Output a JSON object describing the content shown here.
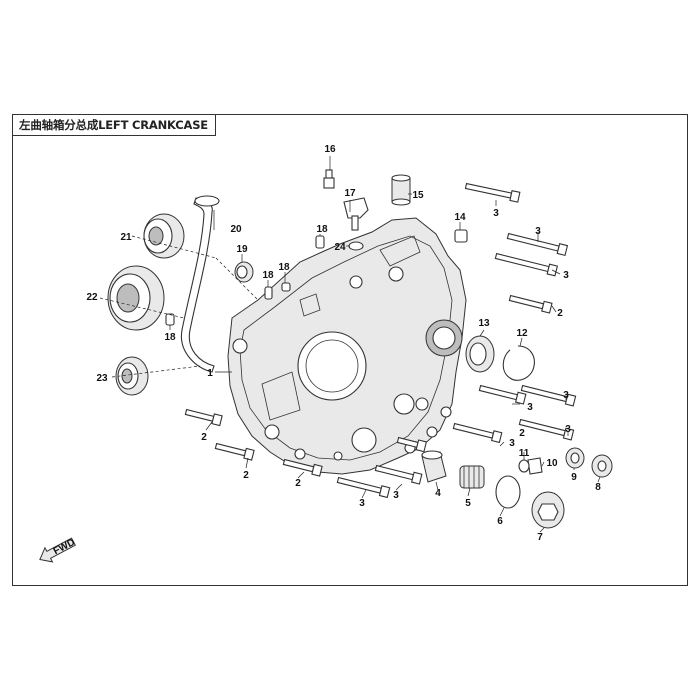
{
  "diagram": {
    "title": "左曲轴箱分总成LEFT CRANKCASE",
    "fwd_label": "FWD",
    "callouts": [
      {
        "id": "c16a",
        "text": "16"
      },
      {
        "id": "c17",
        "text": "17"
      },
      {
        "id": "c15",
        "text": "15"
      },
      {
        "id": "c3a",
        "text": "3"
      },
      {
        "id": "c20",
        "text": "20"
      },
      {
        "id": "c21",
        "text": "21"
      },
      {
        "id": "c18a",
        "text": "18"
      },
      {
        "id": "c24",
        "text": "24"
      },
      {
        "id": "c14",
        "text": "14"
      },
      {
        "id": "c3b",
        "text": "3"
      },
      {
        "id": "c3c",
        "text": "3"
      },
      {
        "id": "c19",
        "text": "19"
      },
      {
        "id": "c18b",
        "text": "18"
      },
      {
        "id": "c18c",
        "text": "18"
      },
      {
        "id": "c22",
        "text": "22"
      },
      {
        "id": "c2a",
        "text": "2"
      },
      {
        "id": "c18d",
        "text": "18"
      },
      {
        "id": "c13",
        "text": "13"
      },
      {
        "id": "c12",
        "text": "12"
      },
      {
        "id": "c23",
        "text": "23"
      },
      {
        "id": "c1",
        "text": "1"
      },
      {
        "id": "c3d",
        "text": "3"
      },
      {
        "id": "c3e",
        "text": "3"
      },
      {
        "id": "c2b",
        "text": "2"
      },
      {
        "id": "c3f",
        "text": "3"
      },
      {
        "id": "c2c",
        "text": "2"
      },
      {
        "id": "c3g",
        "text": "3"
      },
      {
        "id": "c11",
        "text": "11"
      },
      {
        "id": "c10",
        "text": "10"
      },
      {
        "id": "c9",
        "text": "9"
      },
      {
        "id": "c8",
        "text": "8"
      },
      {
        "id": "c2d",
        "text": "2"
      },
      {
        "id": "c2e",
        "text": "2"
      },
      {
        "id": "c3h",
        "text": "3"
      },
      {
        "id": "c4",
        "text": "4"
      },
      {
        "id": "c3i",
        "text": "3"
      },
      {
        "id": "c5",
        "text": "5"
      },
      {
        "id": "c6",
        "text": "6"
      },
      {
        "id": "c7",
        "text": "7"
      }
    ]
  }
}
